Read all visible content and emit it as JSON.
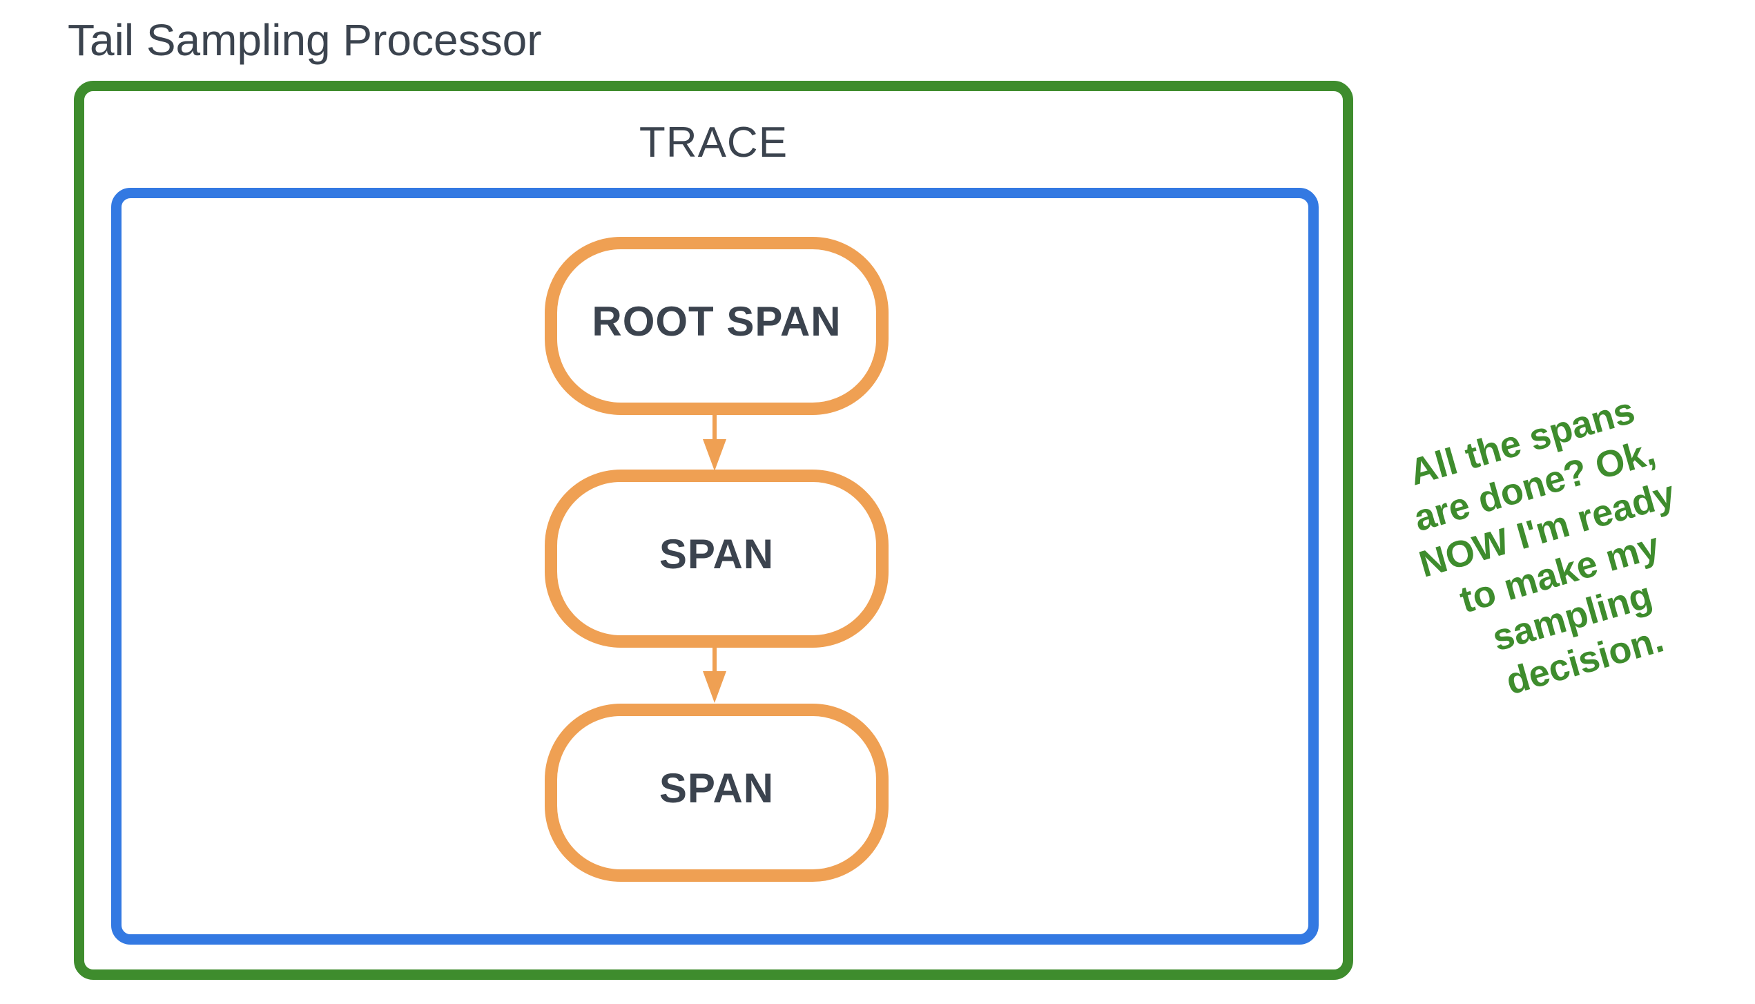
{
  "title": "Tail Sampling Processor",
  "trace": {
    "label": "TRACE"
  },
  "nodes": [
    {
      "label": "ROOT SPAN"
    },
    {
      "label": "SPAN"
    },
    {
      "label": "SPAN"
    }
  ],
  "annotation": {
    "lines": [
      "All the spans",
      "are done? Ok,",
      "NOW I'm ready",
      "to make my",
      "sampling",
      "decision."
    ]
  },
  "colors": {
    "green": "#3e8c2d",
    "blue": "#3379e2",
    "orange": "#efa053",
    "text": "#3b434e",
    "bg": "#ffffff"
  }
}
